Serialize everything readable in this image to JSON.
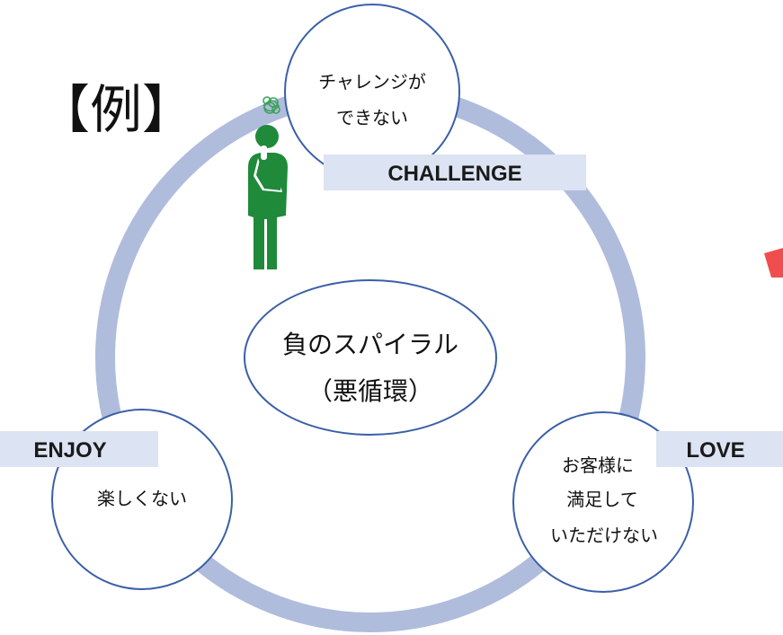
{
  "example_label": "【例】",
  "center": {
    "line1": "負のスパイラル",
    "line2": "（悪循環）"
  },
  "nodes": {
    "challenge": {
      "label": "CHALLENGE",
      "line1": "チャレンジが",
      "line2": "できない"
    },
    "enjoy": {
      "label": "ENJOY",
      "line1": "楽しくない"
    },
    "love": {
      "label": "LOVE",
      "line1": "お客様に",
      "line2": "満足して",
      "line3": "いただけない"
    }
  },
  "colors": {
    "cycle_ring": "#b0bcdc",
    "node_border": "#3a5fa8",
    "label_bg": "#dce3f2",
    "figure": "#1f8a3a",
    "accent_red": "#f04e4e"
  },
  "icons": {
    "figure": "thinking-person-icon",
    "thought": "tangled-thought-icon"
  }
}
